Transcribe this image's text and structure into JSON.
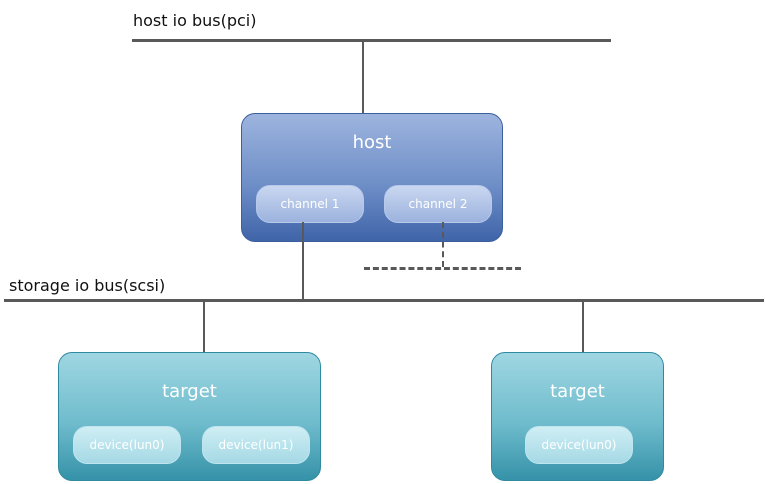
{
  "labels": {
    "host_bus": "host io bus(pci)",
    "storage_bus": "storage io bus(scsi)"
  },
  "host": {
    "title": "host",
    "channels": [
      "channel 1",
      "channel 2"
    ]
  },
  "targets": [
    {
      "title": "target",
      "devices": [
        "device(lun0)",
        "device(lun1)"
      ]
    },
    {
      "title": "target",
      "devices": [
        "device(lun0)"
      ]
    }
  ]
}
